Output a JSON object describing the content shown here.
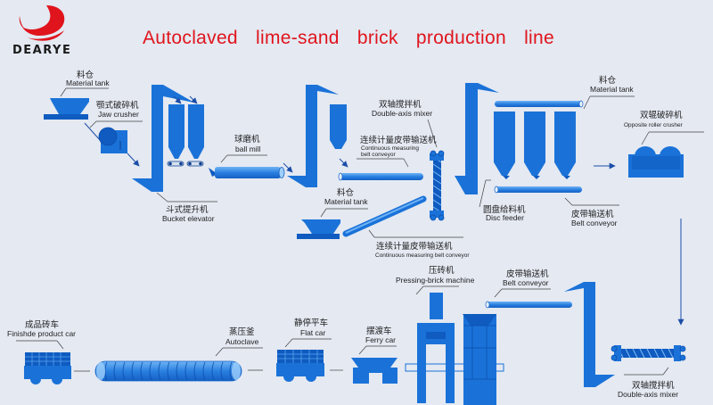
{
  "brand": {
    "name": "DEARYE",
    "logo_icon": "red-swoosh-logo-icon"
  },
  "title": "Autoclaved lime-sand brick production line",
  "colors": {
    "title": "#e0141c",
    "equipment": "#1a72d8",
    "background": "#e4e9f2"
  },
  "equipment": {
    "material_tank_1": {
      "cn": "料仓",
      "en": "Material tank"
    },
    "jaw_crusher": {
      "cn": "颚式破碎机",
      "en": "Jaw crusher"
    },
    "bucket_elevator": {
      "cn": "斗式提升机",
      "en": "Bucket elevator"
    },
    "ball_mill": {
      "cn": "球磨机",
      "en": "ball mill"
    },
    "double_axis_mixer_1": {
      "cn": "双轴搅拌机",
      "en": "Double-axis mixer"
    },
    "measuring_conveyor_1": {
      "cn": "连续计量皮带输送机",
      "en1": "Continuous measuring",
      "en2": "belt conveyor"
    },
    "material_tank_2": {
      "cn": "料仓",
      "en": "Material tank"
    },
    "measuring_conveyor_2": {
      "cn": "连续计量皮带输送机",
      "en": "Continuous measuring belt conveyor"
    },
    "material_tank_3": {
      "cn": "料仓",
      "en": "Material tank"
    },
    "disc_feeder": {
      "cn": "圆盘给料机",
      "en": "Disc feeder"
    },
    "belt_conveyor_1": {
      "cn": "皮带输送机",
      "en": "Belt conveyor"
    },
    "roller_crusher": {
      "cn": "双辊破碎机",
      "en": "Opposite roller crusher"
    },
    "pressing_machine": {
      "cn": "压砖机",
      "en": "Pressing-brick machine"
    },
    "belt_conveyor_2": {
      "cn": "皮带输送机",
      "en": "Belt conveyor"
    },
    "double_axis_mixer_2": {
      "cn": "双轴搅拌机",
      "en": "Double-axis mixer"
    },
    "finished_car": {
      "cn": "成品砖车",
      "en": "Finishde product car"
    },
    "autoclave": {
      "cn": "蒸压釜",
      "en": "Autoclave"
    },
    "flat_car": {
      "cn": "静停平车",
      "en": "Flat car"
    },
    "ferry_car": {
      "cn": "摆渡车",
      "en": "Ferry car"
    }
  }
}
